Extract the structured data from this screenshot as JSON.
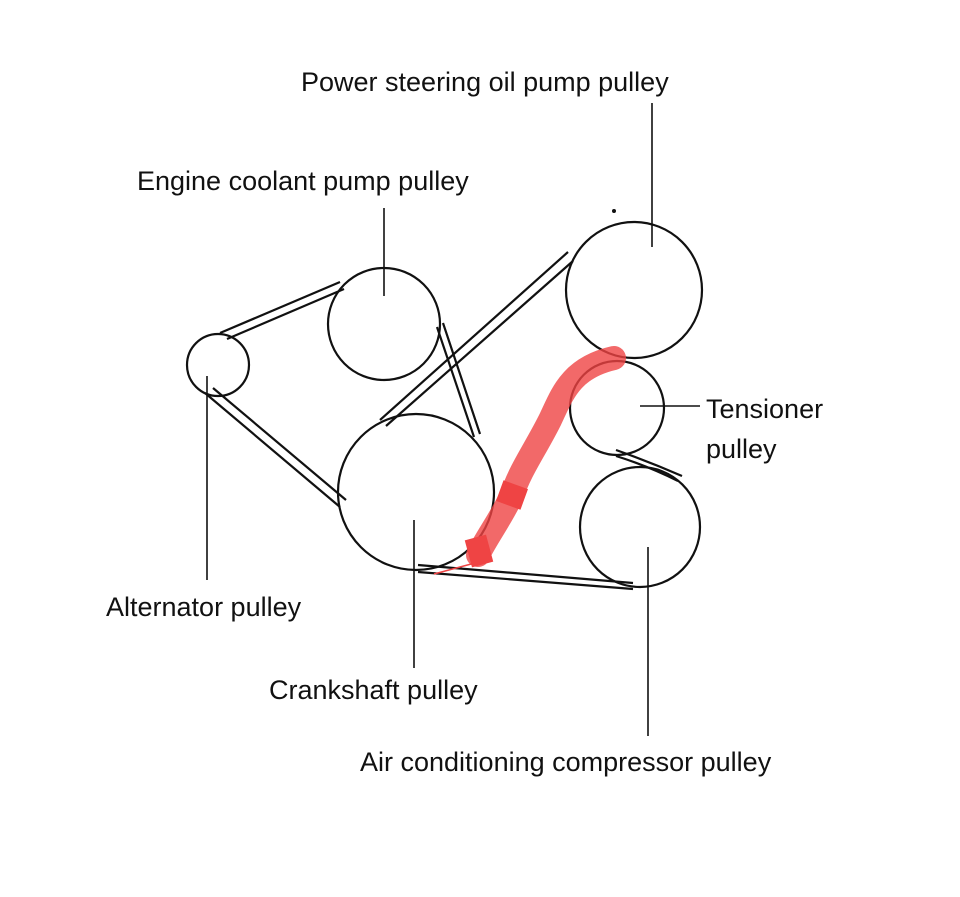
{
  "labels": {
    "power_steering": "Power steering oil pump pulley",
    "coolant": "Engine coolant pump pulley",
    "tensioner_line1": "Tensioner",
    "tensioner_line2": "pulley",
    "alternator": "Alternator pulley",
    "crankshaft": "Crankshaft pulley",
    "air_conditioning": "Air conditioning compressor pulley"
  },
  "colors": {
    "ink": "#111111",
    "highlight": "#ef4444",
    "background": "#ffffff"
  }
}
